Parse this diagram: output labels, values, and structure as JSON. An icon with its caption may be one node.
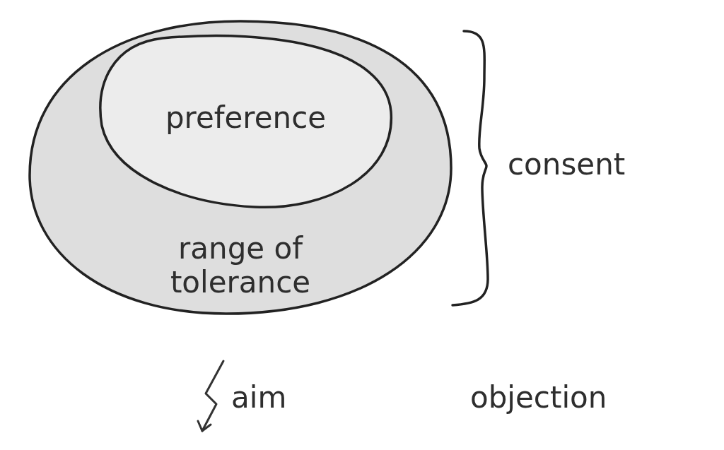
{
  "diagram": {
    "nodes": [
      {
        "text": [
          "range of tolerance"
        ]
      },
      {
        "text": [
          "preference"
        ],
        "in": 0
      }
    ],
    "labels": [
      "consent",
      "aim",
      "objection"
    ]
  }
}
